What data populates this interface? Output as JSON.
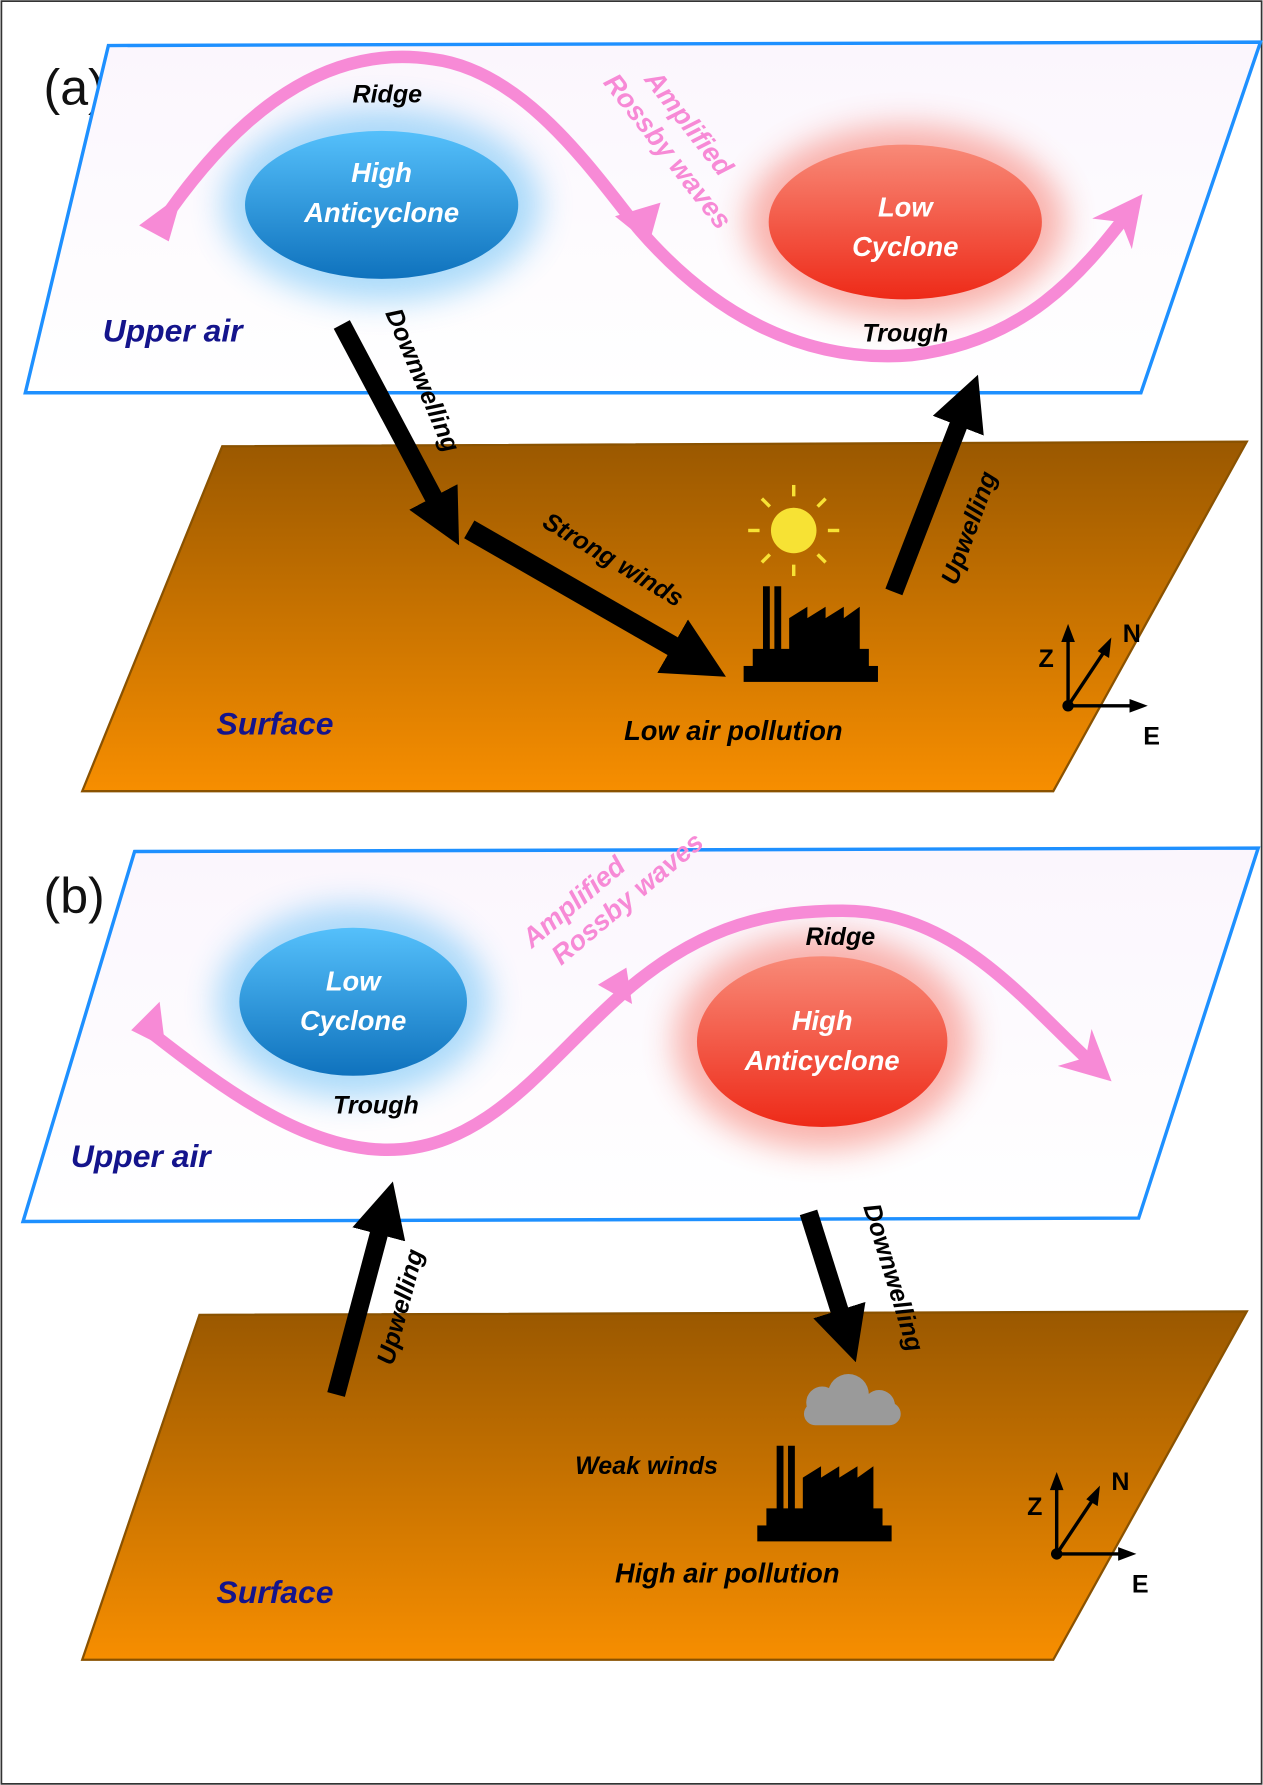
{
  "panels": [
    {
      "label": "(a)",
      "upper_label": "Upper air",
      "surface_label": "Surface",
      "wave_label": [
        "Amplified",
        "Rossby waves"
      ],
      "ridge": "Ridge",
      "trough": "Trough",
      "blue_system": [
        "High",
        "Anticyclone"
      ],
      "red_system": [
        "Low",
        "Cyclone"
      ],
      "arrow_down": "Downwelling",
      "arrow_up": "Upwelling",
      "winds": "Strong winds",
      "pollution": "Low air pollution",
      "weather_icon": "sun-icon"
    },
    {
      "label": "(b)",
      "upper_label": "Upper air",
      "surface_label": "Surface",
      "wave_label": [
        "Amplified",
        "Rossby waves"
      ],
      "ridge": "Ridge",
      "trough": "Trough",
      "blue_system": [
        "Low",
        "Cyclone"
      ],
      "red_system": [
        "High",
        "Anticyclone"
      ],
      "arrow_down": "Downwelling",
      "arrow_up": "Upwelling",
      "winds": "Weak winds",
      "pollution": "High air pollution",
      "weather_icon": "cloud-icon"
    }
  ],
  "axes": {
    "z": "Z",
    "n": "N",
    "e": "E"
  },
  "colors": {
    "wave": "#f78ad6",
    "plane_border": "#1e90ff",
    "label_blue": "#14148c",
    "surface_top": "#9a5800",
    "surface_bottom": "#f58c00",
    "blue_system": "#1a8ad8",
    "red_system": "#f03a2a"
  }
}
